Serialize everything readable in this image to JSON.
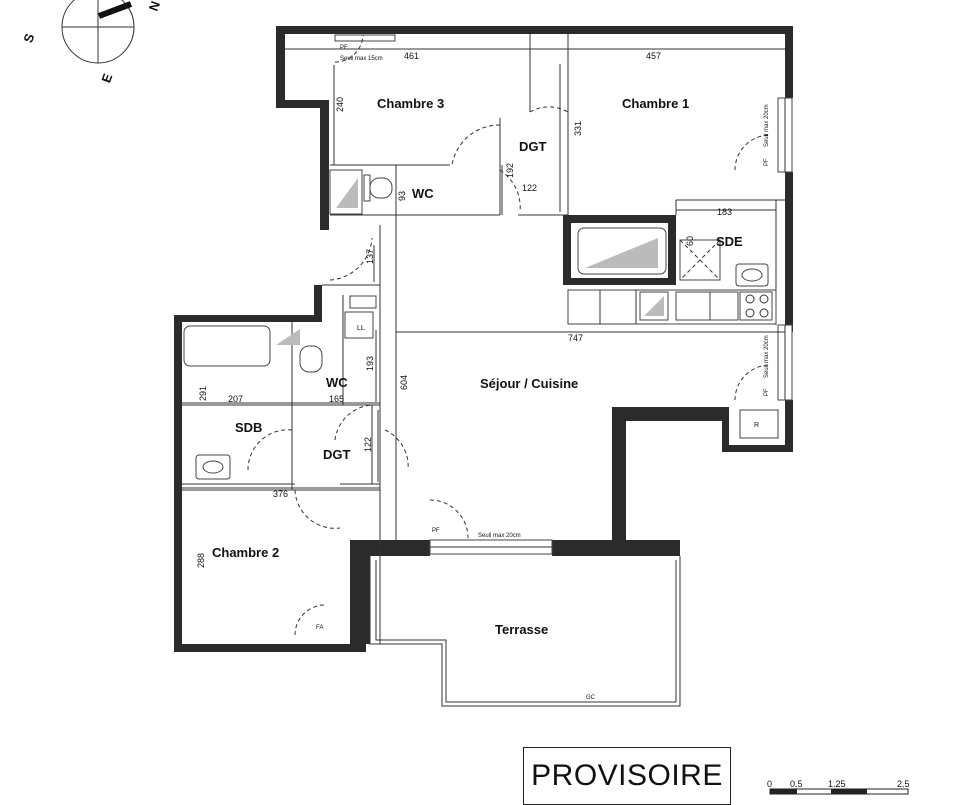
{
  "compass": {
    "n": "N",
    "s": "S",
    "e": "E"
  },
  "rooms": {
    "chambre3": "Chambre 3",
    "chambre1": "Chambre 1",
    "dgt_top": "DGT",
    "wc_top": "WC",
    "sde": "SDE",
    "sejour": "Séjour / Cuisine",
    "wc_mid": "WC",
    "sdb": "SDB",
    "dgt_mid": "DGT",
    "chambre2": "Chambre 2",
    "terrasse": "Terrasse"
  },
  "dimensions": {
    "d461": "461",
    "d457": "457",
    "d240": "240",
    "d331": "331",
    "d192": "192",
    "d122a": "122",
    "d93": "93",
    "d183": "183",
    "d60": "60",
    "d137": "137",
    "d747": "747",
    "d193": "193",
    "d604": "604",
    "d291": "291",
    "d207": "207",
    "d165": "165",
    "d122b": "122",
    "d376": "376",
    "d288": "288"
  },
  "labels": {
    "pf_top": "PF",
    "seuil_top": "Seuil max 15cm",
    "pf_c1": "PF",
    "seuil_c1": "Seuil max 20cm",
    "pf_sej": "PF",
    "seuil_sej": "Seuil max 20cm",
    "pf_terr": "PF",
    "seuil_terr": "Seuil max 20cm",
    "ll": "LL",
    "r": "R",
    "fa": "FA",
    "gc": "GC"
  },
  "stamp": "PROVISOIRE",
  "scale": {
    "t0": "0",
    "t1": "0.5",
    "t2": "1.25",
    "t3": "2.5"
  }
}
